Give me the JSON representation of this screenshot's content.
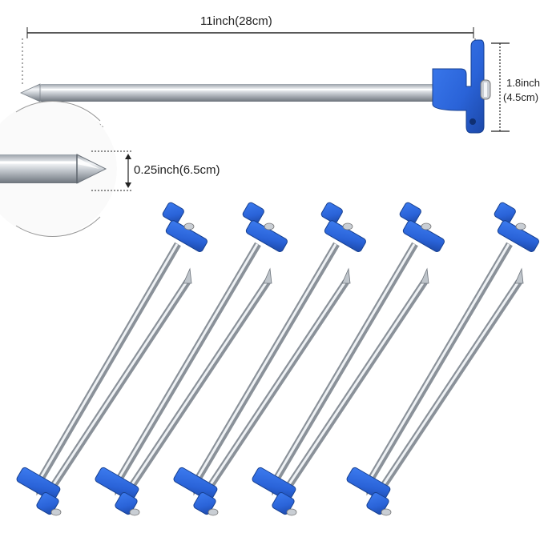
{
  "dimensions": {
    "length_label": "11inch(28cm)",
    "head_height_line1": "1.8inch",
    "head_height_line2": "(4.5cm)",
    "tip_label": "0.25inch(6.5cm)"
  },
  "product": {
    "stake_count_shown": 5,
    "head_color": "#2a63d8",
    "head_dark": "#1c48a8",
    "shaft_light": "#f2f4f6",
    "shaft_mid": "#b9bfc6",
    "shaft_dark": "#6c737b"
  }
}
